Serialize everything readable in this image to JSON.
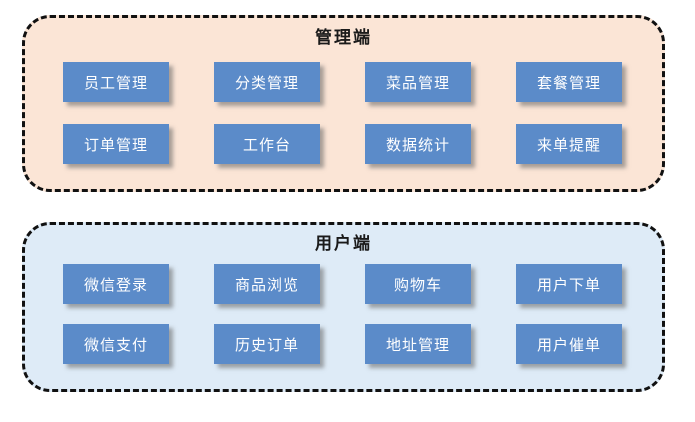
{
  "colors": {
    "panel_top_bg": "#FBE5D6",
    "panel_bottom_bg": "#DEEBF7",
    "node_bg": "#5B8BC9",
    "node_text": "#FFFFFF",
    "border": "#111111"
  },
  "panels": [
    {
      "title": "管理端",
      "rows": [
        [
          "员工管理",
          "分类管理",
          "菜品管理",
          "套餐管理"
        ],
        [
          "订单管理",
          "工作台",
          "数据统计",
          "来单提醒"
        ]
      ]
    },
    {
      "title": "用户端",
      "rows": [
        [
          "微信登录",
          "商品浏览",
          "购物车",
          "用户下单"
        ],
        [
          "微信支付",
          "历史订单",
          "地址管理",
          "用户催单"
        ]
      ]
    }
  ]
}
